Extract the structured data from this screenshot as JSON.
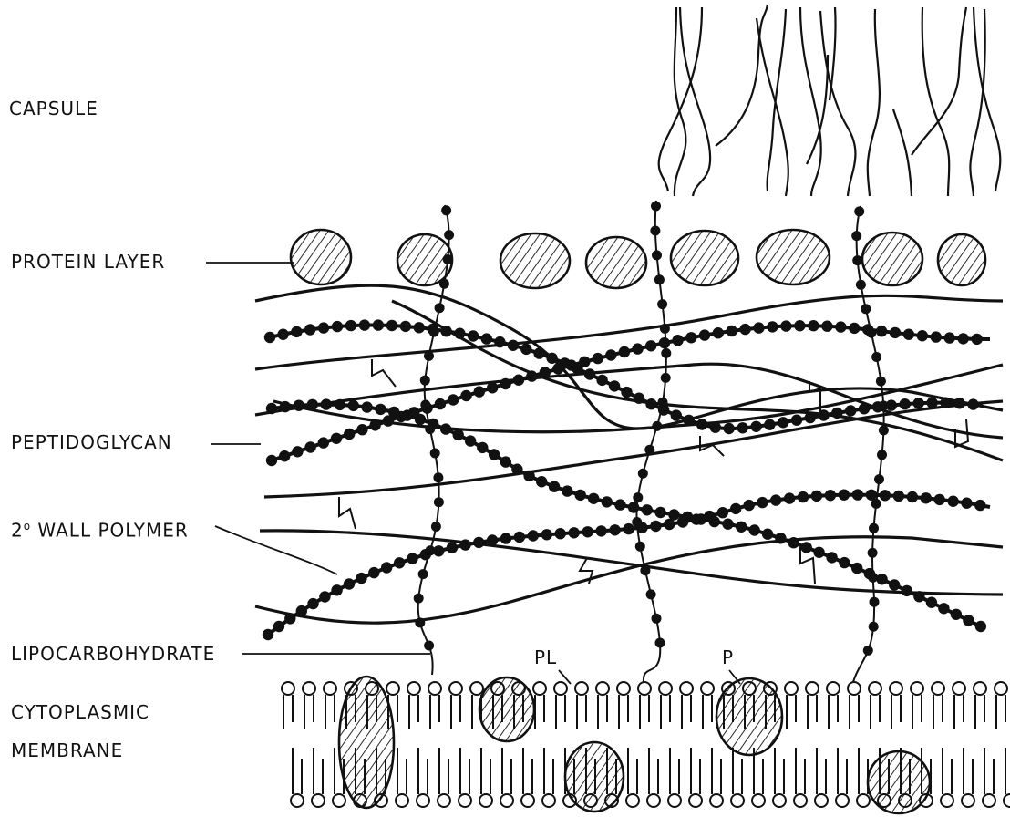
{
  "labels": {
    "capsule": "CAPSULE",
    "protein_layer": "PROTEIN LAYER",
    "peptidoglycan": "PEPTIDOGLYCAN",
    "wall_polymer_prefix": "2",
    "wall_polymer_degree": "o",
    "wall_polymer_rest": " WALL POLYMER",
    "lipocarbohydrate": "LIPOCARBOHYDRATE",
    "cytoplasmic": "CYTOPLASMIC",
    "membrane": "MEMBRANE",
    "pl": "PL",
    "p": "P"
  },
  "colors": {
    "ink": "#111111",
    "background": "#ffffff"
  }
}
